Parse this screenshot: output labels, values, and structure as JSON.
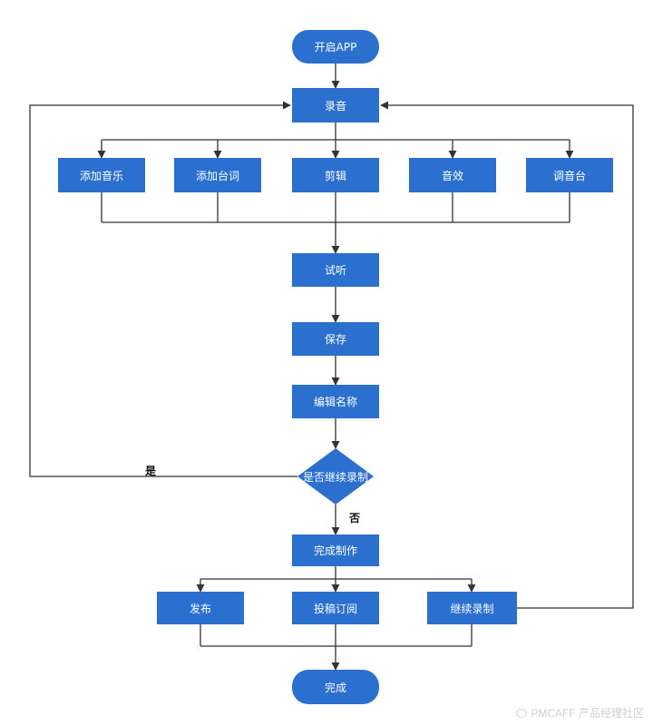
{
  "flowchart": {
    "start": "开启APP",
    "record": "录音",
    "add_music": "添加音乐",
    "add_lines": "添加台词",
    "edit": "剪辑",
    "sound_effects": "音效",
    "mixer": "调音台",
    "preview": "试听",
    "save": "保存",
    "edit_name": "编辑名称",
    "decision": "是否继续录制",
    "yes_label": "是",
    "no_label": "否",
    "finish_production": "完成制作",
    "publish": "发布",
    "submit": "投稿订阅",
    "continue_recording": "继续录制",
    "done": "完成"
  },
  "colors": {
    "node_fill": "#2b6fcf",
    "connector": "#333333"
  },
  "watermark": {
    "text": "PMCAFF 产品经理社区"
  }
}
